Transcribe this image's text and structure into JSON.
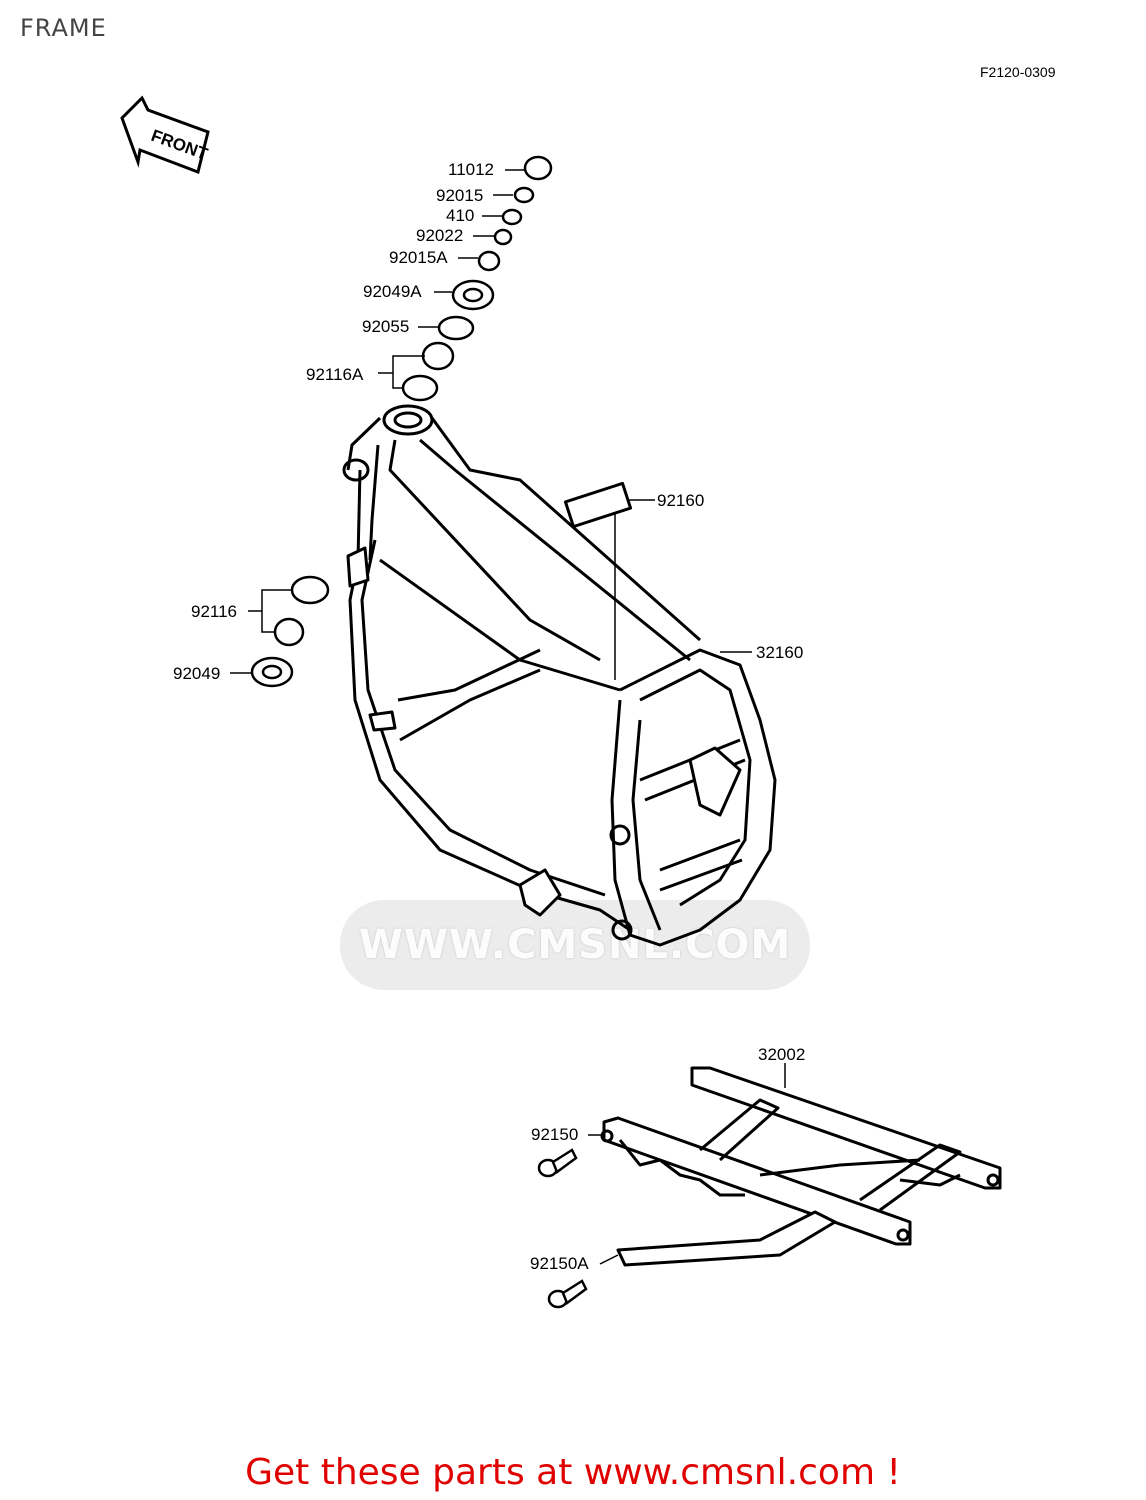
{
  "header": {
    "title": "FRAME",
    "diagram_code": "F2120-0309"
  },
  "front_arrow": {
    "label": "FRONT"
  },
  "parts": [
    {
      "id": "11012"
    },
    {
      "id": "92015"
    },
    {
      "id": "410"
    },
    {
      "id": "92022"
    },
    {
      "id": "92015A"
    },
    {
      "id": "92049A"
    },
    {
      "id": "92055"
    },
    {
      "id": "92116A"
    },
    {
      "id": "92160"
    },
    {
      "id": "92116"
    },
    {
      "id": "92049"
    },
    {
      "id": "32160"
    },
    {
      "id": "32002"
    },
    {
      "id": "92150"
    },
    {
      "id": "92150A"
    }
  ],
  "watermark": {
    "text": "WWW.CMSNL.COM"
  },
  "footer": {
    "cta": "Get these parts at www.cmsnl.com !"
  }
}
